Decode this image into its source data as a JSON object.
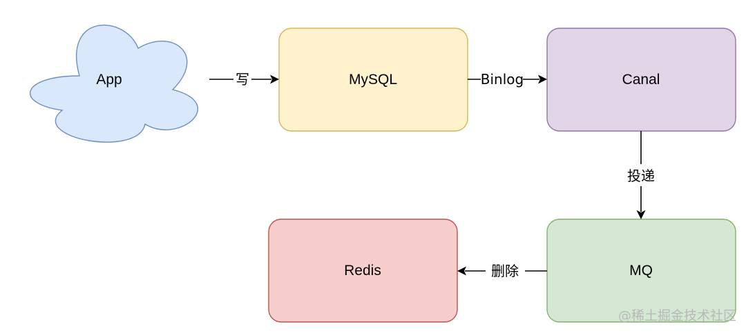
{
  "nodes": {
    "app": {
      "label": "App",
      "fill": "#dae8fc",
      "stroke": "#6c8ebf"
    },
    "mysql": {
      "label": "MySQL",
      "fill": "#fff2cc",
      "stroke": "#d6b656"
    },
    "canal": {
      "label": "Canal",
      "fill": "#e1d5e7",
      "stroke": "#9673a6"
    },
    "mq": {
      "label": "MQ",
      "fill": "#d5e8d4",
      "stroke": "#82b366"
    },
    "redis": {
      "label": "Redis",
      "fill": "#f8cecc",
      "stroke": "#b85450"
    }
  },
  "edges": {
    "app_to_mysql": {
      "label": "写"
    },
    "mysql_to_canal": {
      "label": "Binlog"
    },
    "canal_to_mq": {
      "label": "投递"
    },
    "mq_to_redis": {
      "label": "删除"
    }
  },
  "watermark": "@稀土掘金技术社区"
}
